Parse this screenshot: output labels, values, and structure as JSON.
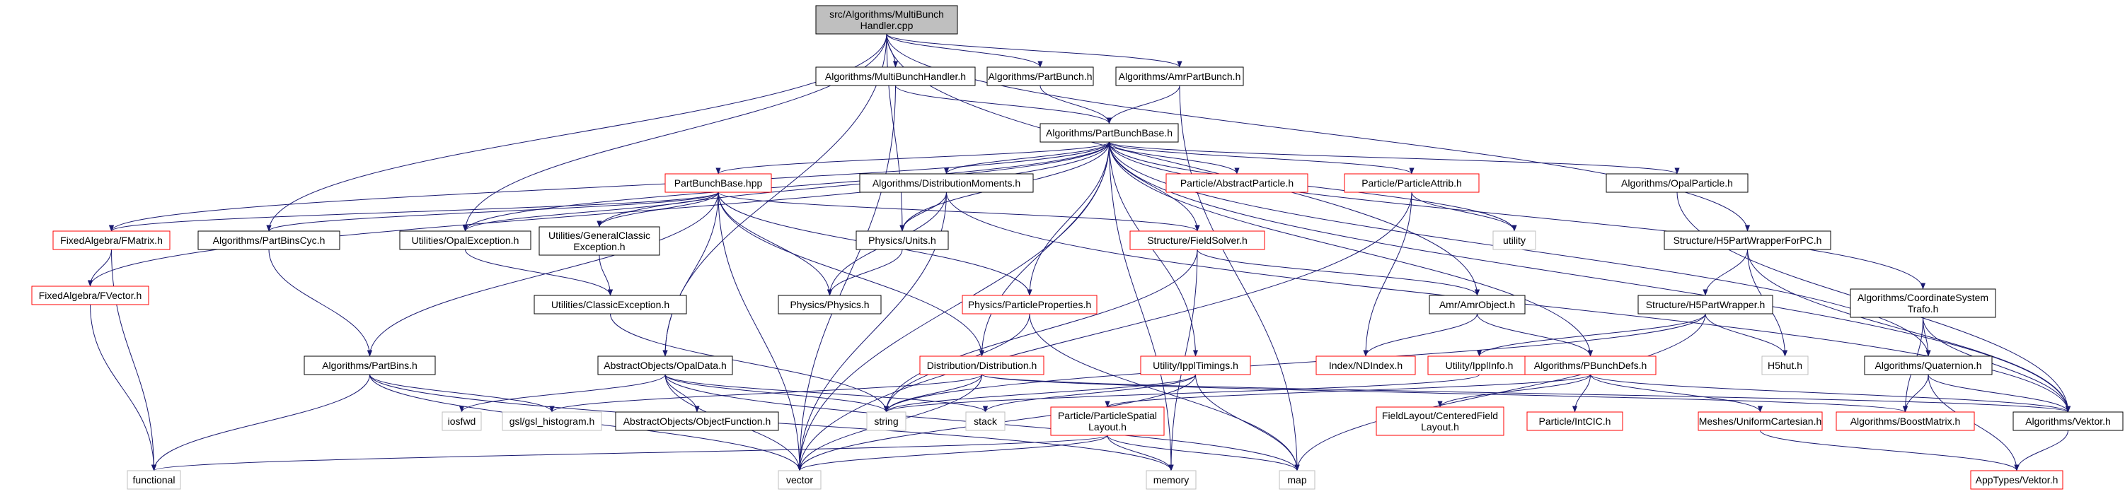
{
  "colors": {
    "root_fill": "#bfbfbf",
    "black": "#000000",
    "red": "#ff0000",
    "gray": "#bfbfbf",
    "edge": "#191970"
  },
  "nodes": {
    "root": {
      "lines": [
        "src/Algorithms/MultiBunch",
        "Handler.cpp"
      ],
      "style": "root"
    },
    "mbh": {
      "lines": [
        "Algorithms/MultiBunchHandler.h"
      ],
      "style": "black"
    },
    "pb": {
      "lines": [
        "Algorithms/PartBunch.h"
      ],
      "style": "black"
    },
    "apb": {
      "lines": [
        "Algorithms/AmrPartBunch.h"
      ],
      "style": "black"
    },
    "pbb": {
      "lines": [
        "Algorithms/PartBunchBase.h"
      ],
      "style": "black"
    },
    "pbbhpp": {
      "lines": [
        "PartBunchBase.hpp"
      ],
      "style": "red"
    },
    "distmom": {
      "lines": [
        "Algorithms/DistributionMoments.h"
      ],
      "style": "black"
    },
    "absparticle": {
      "lines": [
        "Particle/AbstractParticle.h"
      ],
      "style": "red"
    },
    "partattrib": {
      "lines": [
        "Particle/ParticleAttrib.h"
      ],
      "style": "red"
    },
    "opalparticle": {
      "lines": [
        "Algorithms/OpalParticle.h"
      ],
      "style": "black"
    },
    "fmatrix": {
      "lines": [
        "FixedAlgebra/FMatrix.h"
      ],
      "style": "red"
    },
    "pbcyc": {
      "lines": [
        "Algorithms/PartBinsCyc.h"
      ],
      "style": "black"
    },
    "opalexc": {
      "lines": [
        "Utilities/OpalException.h"
      ],
      "style": "black"
    },
    "genclassexc": {
      "lines": [
        "Utilities/GeneralClassic",
        "Exception.h"
      ],
      "style": "black"
    },
    "units": {
      "lines": [
        "Physics/Units.h"
      ],
      "style": "black"
    },
    "fieldsolver": {
      "lines": [
        "Structure/FieldSolver.h"
      ],
      "style": "red"
    },
    "utility": {
      "lines": [
        "utility"
      ],
      "style": "gray"
    },
    "h5pc": {
      "lines": [
        "Structure/H5PartWrapperForPC.h"
      ],
      "style": "black"
    },
    "fvector": {
      "lines": [
        "FixedAlgebra/FVector.h"
      ],
      "style": "red"
    },
    "classexc": {
      "lines": [
        "Utilities/ClassicException.h"
      ],
      "style": "black"
    },
    "physics": {
      "lines": [
        "Physics/Physics.h"
      ],
      "style": "black"
    },
    "partprops": {
      "lines": [
        "Physics/ParticleProperties.h"
      ],
      "style": "red"
    },
    "amrobj": {
      "lines": [
        "Amr/AmrObject.h"
      ],
      "style": "black"
    },
    "h5p": {
      "lines": [
        "Structure/H5PartWrapper.h"
      ],
      "style": "black"
    },
    "coordtrafo": {
      "lines": [
        "Algorithms/CoordinateSystem",
        "Trafo.h"
      ],
      "style": "black"
    },
    "partbins": {
      "lines": [
        "Algorithms/PartBins.h"
      ],
      "style": "black"
    },
    "opaldata": {
      "lines": [
        "AbstractObjects/OpalData.h"
      ],
      "style": "black"
    },
    "dist": {
      "lines": [
        "Distribution/Distribution.h"
      ],
      "style": "red"
    },
    "ippltimings": {
      "lines": [
        "Utility/IpplTimings.h"
      ],
      "style": "red"
    },
    "ndindex": {
      "lines": [
        "Index/NDIndex.h"
      ],
      "style": "red"
    },
    "ipplinfo": {
      "lines": [
        "Utility/IpplInfo.h"
      ],
      "style": "red"
    },
    "pbunchdefs": {
      "lines": [
        "Algorithms/PBunchDefs.h"
      ],
      "style": "red"
    },
    "h5hut": {
      "lines": [
        "H5hut.h"
      ],
      "style": "gray"
    },
    "quaternion": {
      "lines": [
        "Algorithms/Quaternion.h"
      ],
      "style": "black"
    },
    "iosfwd": {
      "lines": [
        "iosfwd"
      ],
      "style": "gray"
    },
    "gslhist": {
      "lines": [
        "gsl/gsl_histogram.h"
      ],
      "style": "gray"
    },
    "objfunc": {
      "lines": [
        "AbstractObjects/ObjectFunction.h"
      ],
      "style": "black"
    },
    "string": {
      "lines": [
        "string"
      ],
      "style": "gray"
    },
    "stack": {
      "lines": [
        "stack"
      ],
      "style": "gray"
    },
    "spatial": {
      "lines": [
        "Particle/ParticleSpatial",
        "Layout.h"
      ],
      "style": "red"
    },
    "centeredfield": {
      "lines": [
        "FieldLayout/CenteredField",
        "Layout.h"
      ],
      "style": "red"
    },
    "intcic": {
      "lines": [
        "Particle/IntCIC.h"
      ],
      "style": "red"
    },
    "unicart": {
      "lines": [
        "Meshes/UniformCartesian.h"
      ],
      "style": "red"
    },
    "boostmatrix": {
      "lines": [
        "Algorithms/BoostMatrix.h"
      ],
      "style": "red"
    },
    "vektor": {
      "lines": [
        "Algorithms/Vektor.h"
      ],
      "style": "black"
    },
    "functional": {
      "lines": [
        "functional"
      ],
      "style": "gray"
    },
    "vector": {
      "lines": [
        "vector"
      ],
      "style": "gray"
    },
    "memory": {
      "lines": [
        "memory"
      ],
      "style": "gray"
    },
    "map": {
      "lines": [
        "map"
      ],
      "style": "gray"
    },
    "apptypes": {
      "lines": [
        "AppTypes/Vektor.h"
      ],
      "style": "red"
    }
  },
  "edges": [
    [
      "root",
      "mbh"
    ],
    [
      "root",
      "pb"
    ],
    [
      "root",
      "apb"
    ],
    [
      "root",
      "pbcyc"
    ],
    [
      "root",
      "opalexc"
    ],
    [
      "root",
      "units"
    ],
    [
      "root",
      "opaldata"
    ],
    [
      "root",
      "h5pc"
    ],
    [
      "root",
      "amrobj"
    ],
    [
      "mbh",
      "pbb"
    ],
    [
      "mbh",
      "vector"
    ],
    [
      "pb",
      "pbb"
    ],
    [
      "apb",
      "pbb"
    ],
    [
      "apb",
      "map"
    ],
    [
      "pbb",
      "pbbhpp"
    ],
    [
      "pbb",
      "distmom"
    ],
    [
      "pbb",
      "absparticle"
    ],
    [
      "pbb",
      "partattrib"
    ],
    [
      "pbb",
      "opalparticle"
    ],
    [
      "pbb",
      "fmatrix"
    ],
    [
      "pbb",
      "fvector"
    ],
    [
      "pbb",
      "opalexc"
    ],
    [
      "pbb",
      "genclassexc"
    ],
    [
      "pbb",
      "units"
    ],
    [
      "pbb",
      "fieldsolver"
    ],
    [
      "pbb",
      "utility"
    ],
    [
      "pbb",
      "partprops"
    ],
    [
      "pbb",
      "dist"
    ],
    [
      "pbb",
      "ippltimings"
    ],
    [
      "pbb",
      "pbunchdefs"
    ],
    [
      "pbb",
      "coordtrafo"
    ],
    [
      "pbb",
      "quaternion"
    ],
    [
      "pbb",
      "vektor"
    ],
    [
      "pbb",
      "vector"
    ],
    [
      "pbb",
      "memory"
    ],
    [
      "pbbhpp",
      "fmatrix"
    ],
    [
      "pbbhpp",
      "pbcyc"
    ],
    [
      "pbbhpp",
      "opalexc"
    ],
    [
      "pbbhpp",
      "genclassexc"
    ],
    [
      "pbbhpp",
      "physics"
    ],
    [
      "pbbhpp",
      "partprops"
    ],
    [
      "pbbhpp",
      "fieldsolver"
    ],
    [
      "pbbhpp",
      "partbins"
    ],
    [
      "pbbhpp",
      "opaldata"
    ],
    [
      "pbbhpp",
      "dist"
    ],
    [
      "pbbhpp",
      "vector"
    ],
    [
      "distmom",
      "units"
    ],
    [
      "distmom",
      "physics"
    ],
    [
      "distmom",
      "vektor"
    ],
    [
      "distmom",
      "vector"
    ],
    [
      "partattrib",
      "utility"
    ],
    [
      "partattrib",
      "ndindex"
    ],
    [
      "partattrib",
      "vector"
    ],
    [
      "opalparticle",
      "vektor"
    ],
    [
      "fmatrix",
      "fvector"
    ],
    [
      "fmatrix",
      "functional"
    ],
    [
      "pbcyc",
      "partbins"
    ],
    [
      "opalexc",
      "classexc"
    ],
    [
      "genclassexc",
      "classexc"
    ],
    [
      "classexc",
      "string"
    ],
    [
      "units",
      "physics"
    ],
    [
      "fieldsolver",
      "amrobj"
    ],
    [
      "fieldsolver",
      "string"
    ],
    [
      "fieldsolver",
      "memory"
    ],
    [
      "h5pc",
      "h5p"
    ],
    [
      "h5pc",
      "h5hut"
    ],
    [
      "h5pc",
      "vektor"
    ],
    [
      "fvector",
      "functional"
    ],
    [
      "partprops",
      "string"
    ],
    [
      "partprops",
      "map"
    ],
    [
      "amrobj",
      "ndindex"
    ],
    [
      "amrobj",
      "pbunchdefs"
    ],
    [
      "h5p",
      "ipplinfo"
    ],
    [
      "h5p",
      "h5hut"
    ],
    [
      "h5p",
      "map"
    ],
    [
      "h5p",
      "string"
    ],
    [
      "coordtrafo",
      "quaternion"
    ],
    [
      "coordtrafo",
      "boostmatrix"
    ],
    [
      "coordtrafo",
      "vektor"
    ],
    [
      "partbins",
      "gslhist"
    ],
    [
      "partbins",
      "functional"
    ],
    [
      "partbins",
      "vector"
    ],
    [
      "partbins",
      "memory"
    ],
    [
      "opaldata",
      "iosfwd"
    ],
    [
      "opaldata",
      "objfunc"
    ],
    [
      "opaldata",
      "string"
    ],
    [
      "opaldata",
      "stack"
    ],
    [
      "opaldata",
      "vector"
    ],
    [
      "opaldata",
      "map"
    ],
    [
      "dist",
      "gslhist"
    ],
    [
      "dist",
      "string"
    ],
    [
      "dist",
      "vector"
    ],
    [
      "dist",
      "boostmatrix"
    ],
    [
      "dist",
      "vektor"
    ],
    [
      "ippltimings",
      "string"
    ],
    [
      "ippltimings",
      "stack"
    ],
    [
      "ippltimings",
      "vector"
    ],
    [
      "ippltimings",
      "map"
    ],
    [
      "ipplinfo",
      "string"
    ],
    [
      "pbunchdefs",
      "spatial"
    ],
    [
      "pbunchdefs",
      "centeredfield"
    ],
    [
      "pbunchdefs",
      "intcic"
    ],
    [
      "pbunchdefs",
      "unicart"
    ],
    [
      "pbunchdefs",
      "vektor"
    ],
    [
      "quaternion",
      "vektor"
    ],
    [
      "quaternion",
      "boostmatrix"
    ],
    [
      "quaternion",
      "apptypes"
    ],
    [
      "spatial",
      "functional"
    ],
    [
      "spatial",
      "vector"
    ],
    [
      "spatial",
      "memory"
    ],
    [
      "spatial",
      "map"
    ],
    [
      "unicart",
      "apptypes"
    ],
    [
      "vektor",
      "apptypes"
    ]
  ]
}
